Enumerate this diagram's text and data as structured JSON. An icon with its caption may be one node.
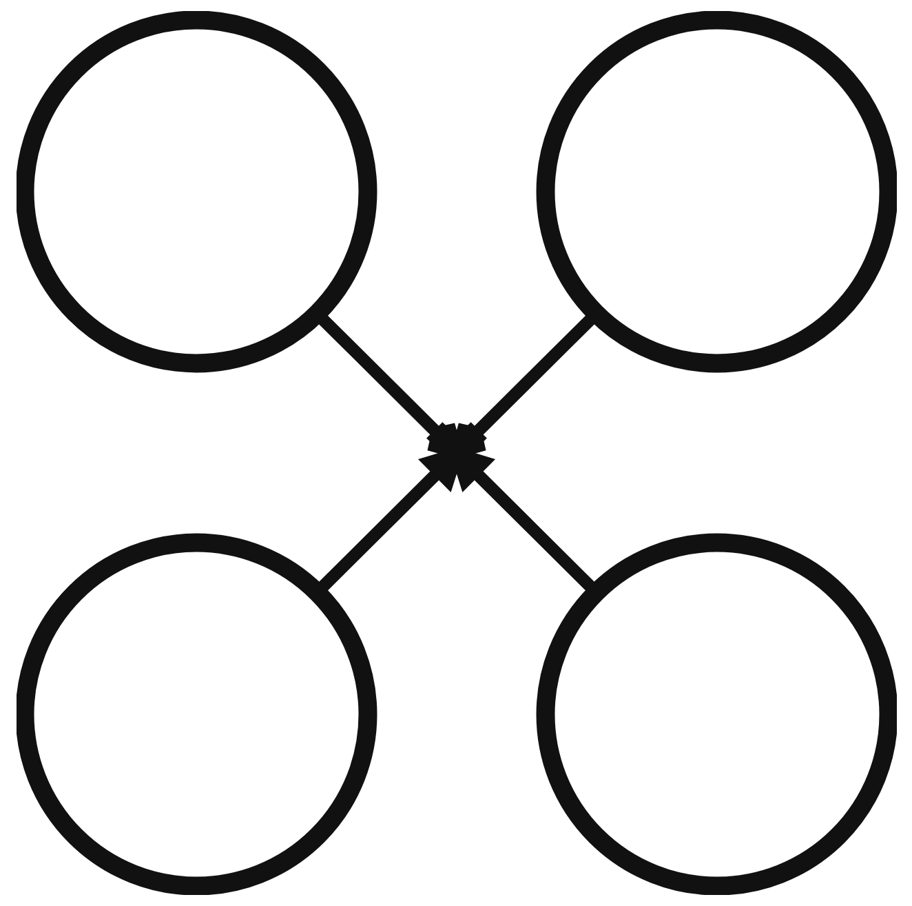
{
  "diagram": {
    "nodes": [
      {
        "text": [],
        "shape": "circle"
      },
      {
        "text": [],
        "shape": "circle"
      },
      {
        "text": [],
        "shape": "circle"
      },
      {
        "text": [],
        "shape": "circle"
      }
    ],
    "edges": [
      {
        "from": 0,
        "to": null,
        "arrow": "to"
      },
      {
        "from": 1,
        "to": null,
        "arrow": "to"
      },
      {
        "from": 2,
        "to": null,
        "arrow": "to"
      },
      {
        "from": 3,
        "to": null,
        "arrow": "to"
      }
    ]
  }
}
